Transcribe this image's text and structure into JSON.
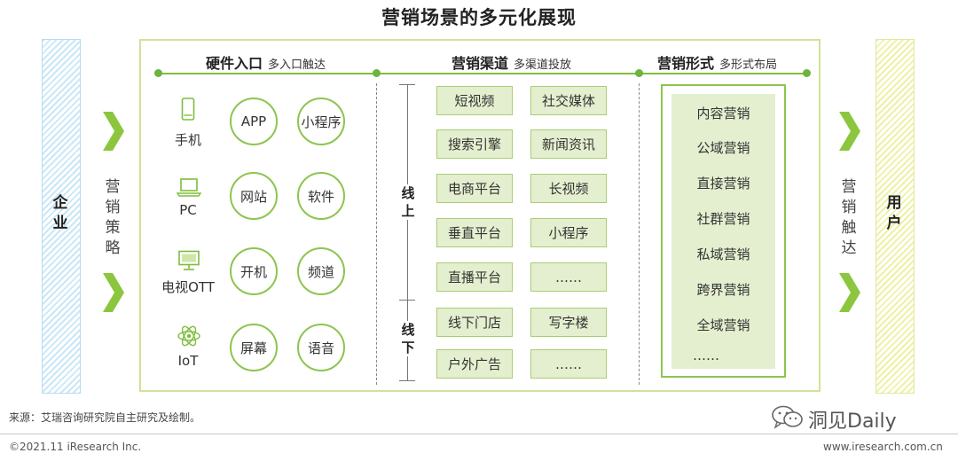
{
  "title": "营销场景的多元化展现",
  "left_bar_label": [
    "企",
    "业"
  ],
  "left_strategy": [
    "营",
    "销",
    "策",
    "略"
  ],
  "right_bar_label": [
    "用",
    "户"
  ],
  "right_touch": [
    "营",
    "销",
    "触",
    "达"
  ],
  "sections": {
    "hardware": {
      "title": "硬件入口",
      "subtitle": "多入口触达"
    },
    "channels": {
      "title": "营销渠道",
      "subtitle": "多渠道投放"
    },
    "forms": {
      "title": "营销形式",
      "subtitle": "多形式布局"
    }
  },
  "devices": [
    {
      "icon": "phone-icon",
      "label": "手机",
      "circles": [
        "APP",
        "小程序"
      ]
    },
    {
      "icon": "laptop-icon",
      "label": "PC",
      "circles": [
        "网站",
        "软件"
      ]
    },
    {
      "icon": "tv-icon",
      "label": "电视OTT",
      "circles": [
        "开机",
        "频道"
      ]
    },
    {
      "icon": "atom-icon",
      "label": "IoT",
      "circles": [
        "屏幕",
        "语音"
      ]
    }
  ],
  "online_label": [
    "线",
    "上"
  ],
  "offline_label": [
    "线",
    "下"
  ],
  "online_channels": [
    [
      "短视频",
      "社交媒体"
    ],
    [
      "搜索引擎",
      "新闻资讯"
    ],
    [
      "电商平台",
      "长视频"
    ],
    [
      "垂直平台",
      "小程序"
    ],
    [
      "直播平台",
      "……"
    ]
  ],
  "offline_channels": [
    [
      "线下门店",
      "写字楼"
    ],
    [
      "户外广告",
      "……"
    ]
  ],
  "forms": [
    "内容营销",
    "公域营销",
    "直接营销",
    "社群营销",
    "私域营销",
    "跨界营销",
    "全域营销",
    "……"
  ],
  "source": "来源：艾瑞咨询研究院自主研究及绘制。",
  "copyright": "©2021.11 iResearch Inc.",
  "watermark": "洞见Daily",
  "website": "www.iresearch.com.cn",
  "colors": {
    "accent_green": "#7fbd3c",
    "box_fill": "#e4efcf",
    "chevron": "#8cc63f"
  }
}
